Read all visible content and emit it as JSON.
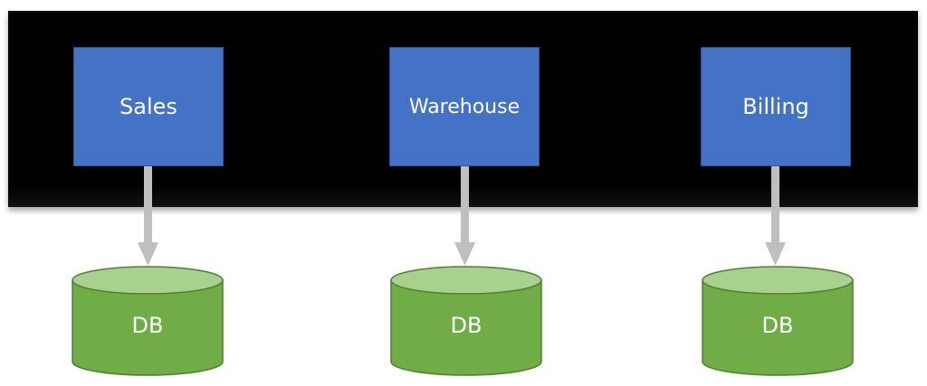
{
  "services": [
    {
      "label": "Sales"
    },
    {
      "label": "Warehouse"
    },
    {
      "label": "Billing"
    }
  ],
  "databases": [
    {
      "label": "DB"
    },
    {
      "label": "DB"
    },
    {
      "label": "DB"
    }
  ],
  "colors": {
    "band": "#000000",
    "service_fill": "#4472c4",
    "service_border": "#2f528f",
    "db_body": "#70ad47",
    "db_top": "#a9d18e",
    "db_border": "#507e32",
    "arrow": "#bfbfbf"
  }
}
